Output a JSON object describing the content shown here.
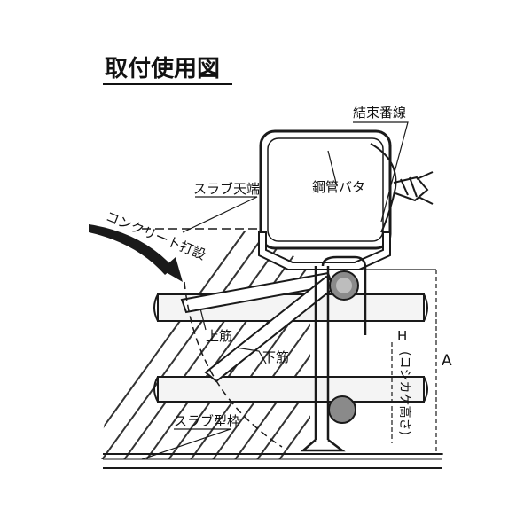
{
  "title": "取付使用図",
  "labels": {
    "tie_wire": "結束番線",
    "steel_pipe_batten": "鋼管バタ",
    "slab_top": "スラブ天端",
    "concrete_pouring": "コンクリート打設",
    "upper_rebar": "上筋",
    "lower_rebar": "下筋",
    "slab_formwork": "スラブ型枠",
    "dim_h": "H",
    "dim_h_note": "(コシカケ高さ)",
    "dim_a": "A"
  },
  "colors": {
    "line": "#1a1a1a",
    "hatch": "#333333",
    "fill_pipe": "#f4f4f4",
    "rebar_ball": "#8a8a8a"
  }
}
